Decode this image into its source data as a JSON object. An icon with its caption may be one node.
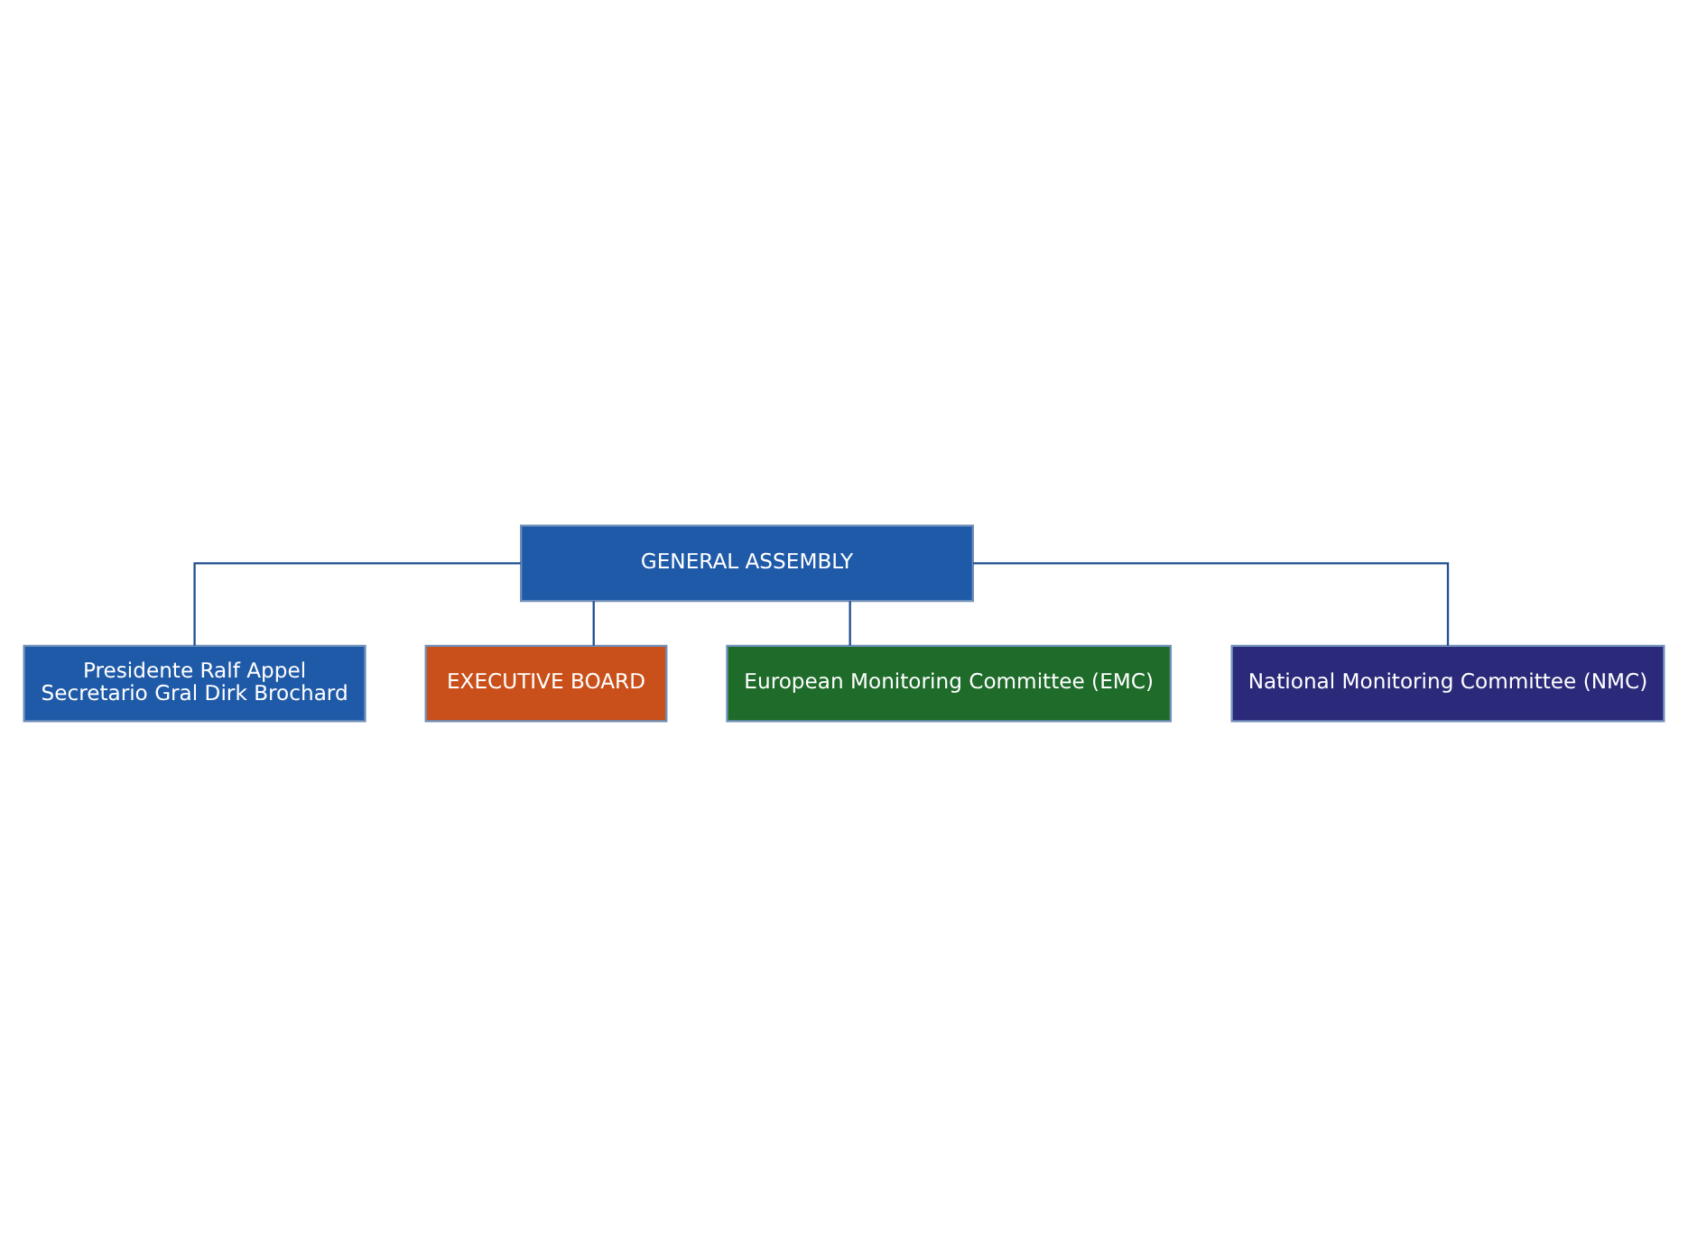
{
  "diagram": {
    "nodes": [
      {
        "text": [
          "GENERAL ASSEMBLY"
        ]
      },
      {
        "text": [
          "Presidente Ralf Appel",
          "Secretario Gral Dirk Brochard"
        ]
      },
      {
        "text": [
          "EXECUTIVE BOARD"
        ]
      },
      {
        "text": [
          "European Monitoring Committee (EMC)"
        ]
      },
      {
        "text": [
          "National Monitoring Committee (NMC)"
        ]
      }
    ],
    "edges": [
      {
        "from": 0,
        "to": 1,
        "arrow": "none"
      },
      {
        "from": 0,
        "to": 2,
        "arrow": "none"
      },
      {
        "from": 0,
        "to": 3,
        "arrow": "none"
      },
      {
        "from": 0,
        "to": 4,
        "arrow": "none"
      }
    ]
  }
}
